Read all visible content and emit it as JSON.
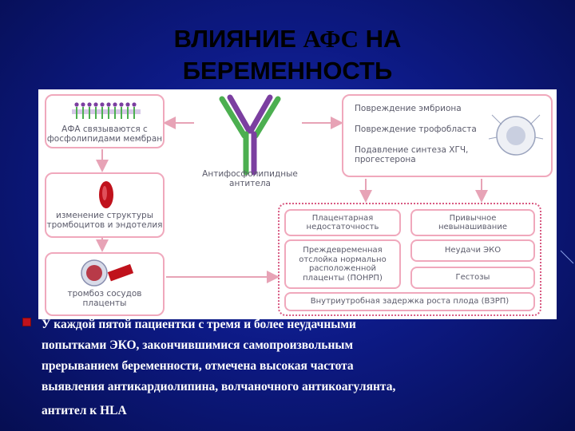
{
  "title": {
    "line1_a": "ВЛИЯНИЕ ",
    "line1_b": "АФС",
    "line1_c": " НА",
    "line2": "БЕРЕМЕННОСТЬ"
  },
  "diagram": {
    "left_boxes": [
      "АФА связываются с фосфолипидами мембран",
      "изменение структуры тромбоцитов и эндотелия",
      "тромбоз сосудов плаценты"
    ],
    "antibody_label": "Антифосфолипидные антитела",
    "effects": [
      "Повреждение эмбриона",
      "Повреждение трофобласта",
      "Подавление синтеза ХГЧ, прогестерона"
    ],
    "outcomes": {
      "placental_insufficiency": "Плацентарная недостаточность",
      "recurrent_miscarriage": "Привычное невынашивание",
      "ivf_failure": "Неудачи ЭКО",
      "abruption": "Преждевременная отслойка нормально расположенной плаценты (ПОНРП)",
      "gestosis": "Гестозы",
      "iugr": "Внутриутробная задержка роста плода (ВЗРП)"
    }
  },
  "body_text": {
    "line1": "У каждой пятой пациентки с тремя и более неудачными",
    "line2": "попытками ЭКО, закончившимися самопроизвольным",
    "line3": "прерыванием беременности, отмечена высокая частота",
    "line4": "выявления антикардиолипина, волчаночного антикоагулянта,",
    "line5": "антител к HLA"
  },
  "colors": {
    "background": "#0d1a86",
    "box_border": "#f0a8bc",
    "dotted_border": "#d85a82",
    "antibody_green": "#4caf50",
    "antibody_purple": "#7b3fa0",
    "bullet": "#c0121c"
  }
}
